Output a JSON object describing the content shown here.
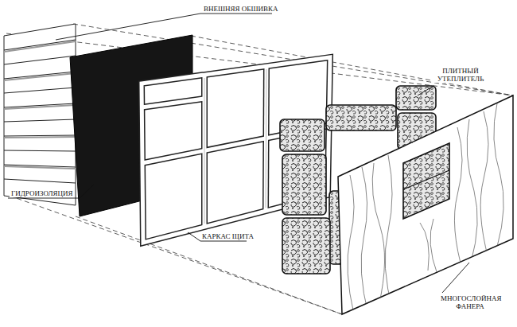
{
  "diagram": {
    "labels": [
      "ВНЕШНЯЯ ОБШИВКА",
      "ПЛИТНЫЙ УТЕПЛИТЕЛЬ",
      "ГИДРОИЗОЛЯЦИЯ",
      "КАРКАС ЩИТА",
      "МНОГОСЛОЙНАЯ ФАНЕРА"
    ]
  }
}
